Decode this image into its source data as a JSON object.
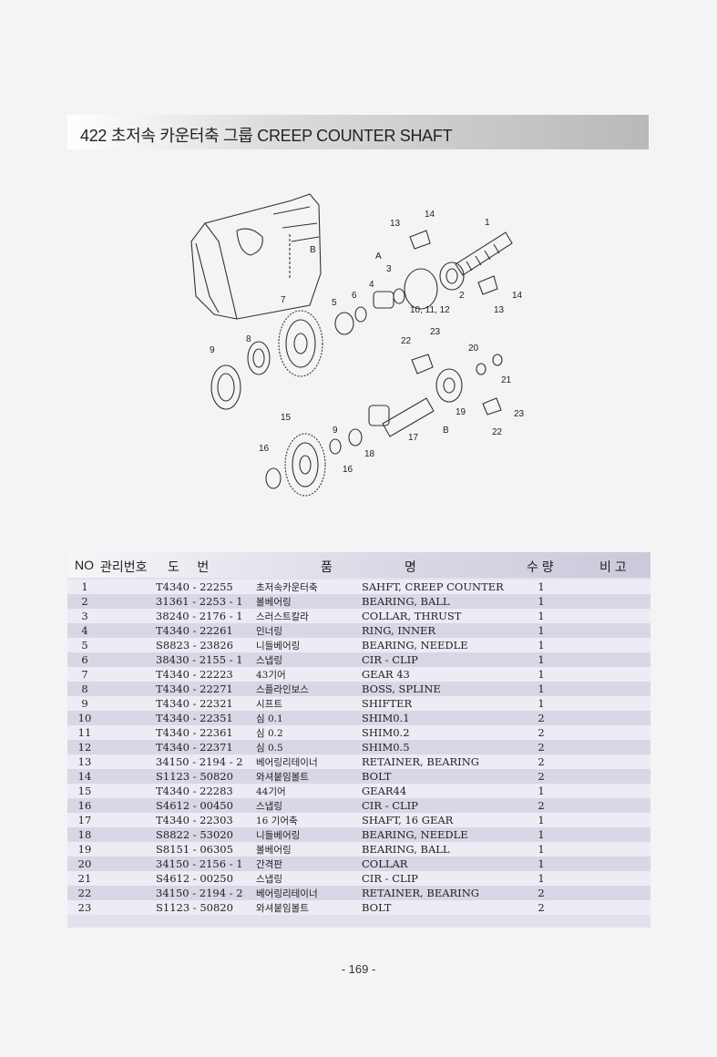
{
  "section": {
    "title": "422  초저속 카운터축 그룹 CREEP COUNTER SHAFT"
  },
  "diagram": {
    "callouts": [
      "14",
      "13",
      "1",
      "A",
      "3",
      "4",
      "6",
      "5",
      "7",
      "8",
      "9",
      "B",
      "2",
      "14",
      "13",
      "10, 11, 12",
      "23",
      "22",
      "20",
      "21",
      "23",
      "19",
      "B",
      "22",
      "15",
      "9",
      "16",
      "18",
      "16",
      "17"
    ]
  },
  "table": {
    "headers": [
      "NO",
      "관리번호",
      "도     번",
      "품",
      "명",
      "수 량",
      "비 고"
    ],
    "rows": [
      {
        "no": "1",
        "drawing": "T4340 - 22255",
        "name_ko": "초저속카운터축",
        "name_en": "SAHFT, CREEP COUNTER",
        "qty": "1"
      },
      {
        "no": "2",
        "drawing": "31361 - 2253 - 1",
        "name_ko": "볼베어링",
        "name_en": "BEARING, BALL",
        "qty": "1"
      },
      {
        "no": "3",
        "drawing": "38240 - 2176 - 1",
        "name_ko": "스러스트칼라",
        "name_en": "COLLAR, THRUST",
        "qty": "1"
      },
      {
        "no": "4",
        "drawing": "T4340 - 22261",
        "name_ko": "인너링",
        "name_en": "RING, INNER",
        "qty": "1"
      },
      {
        "no": "5",
        "drawing": "S8823 - 23826",
        "name_ko": "니들베어링",
        "name_en": "BEARING, NEEDLE",
        "qty": "1"
      },
      {
        "no": "6",
        "drawing": "38430 - 2155 - 1",
        "name_ko": "스냅링",
        "name_en": "CIR - CLIP",
        "qty": "1"
      },
      {
        "no": "7",
        "drawing": "T4340 - 22223",
        "name_ko": "43기어",
        "name_en": "GEAR 43",
        "qty": "1"
      },
      {
        "no": "8",
        "drawing": "T4340 - 22271",
        "name_ko": "스플라인보스",
        "name_en": "BOSS, SPLINE",
        "qty": "1"
      },
      {
        "no": "9",
        "drawing": "T4340 - 22321",
        "name_ko": "시프트",
        "name_en": "SHIFTER",
        "qty": "1"
      },
      {
        "no": "10",
        "drawing": "T4340 - 22351",
        "name_ko": "심 0.1",
        "name_en": "SHIM0.1",
        "qty": "2"
      },
      {
        "no": "11",
        "drawing": "T4340 - 22361",
        "name_ko": "심 0.2",
        "name_en": "SHIM0.2",
        "qty": "2"
      },
      {
        "no": "12",
        "drawing": "T4340 - 22371",
        "name_ko": "심 0.5",
        "name_en": "SHIM0.5",
        "qty": "2"
      },
      {
        "no": "13",
        "drawing": "34150 - 2194 - 2",
        "name_ko": "베어링리테이너",
        "name_en": "RETAINER, BEARING",
        "qty": "2"
      },
      {
        "no": "14",
        "drawing": "S1123 - 50820",
        "name_ko": "와셔붙임볼트",
        "name_en": "BOLT",
        "qty": "2"
      },
      {
        "no": "15",
        "drawing": "T4340 - 22283",
        "name_ko": "44기어",
        "name_en": "GEAR44",
        "qty": "1"
      },
      {
        "no": "16",
        "drawing": "S4612 - 00450",
        "name_ko": "스냅링",
        "name_en": "CIR - CLIP",
        "qty": "2"
      },
      {
        "no": "17",
        "drawing": "T4340 - 22303",
        "name_ko": "16 기어축",
        "name_en": "SHAFT, 16 GEAR",
        "qty": "1"
      },
      {
        "no": "18",
        "drawing": "S8822 - 53020",
        "name_ko": "니들베어링",
        "name_en": "BEARING, NEEDLE",
        "qty": "1"
      },
      {
        "no": "19",
        "drawing": "S8151 - 06305",
        "name_ko": "볼베어링",
        "name_en": "BEARING, BALL",
        "qty": "1"
      },
      {
        "no": "20",
        "drawing": "34150 - 2156 - 1",
        "name_ko": "간격판",
        "name_en": "COLLAR",
        "qty": "1"
      },
      {
        "no": "21",
        "drawing": "S4612 - 00250",
        "name_ko": "스냅링",
        "name_en": "CIR - CLIP",
        "qty": "1"
      },
      {
        "no": "22",
        "drawing": "34150 - 2194 - 2",
        "name_ko": "베어링리테이너",
        "name_en": "RETAINER, BEARING",
        "qty": "2"
      },
      {
        "no": "23",
        "drawing": "S1123 - 50820",
        "name_ko": "와셔붙임볼트",
        "name_en": "BOLT",
        "qty": "2"
      }
    ]
  },
  "footer": {
    "page": "- 169 -"
  }
}
